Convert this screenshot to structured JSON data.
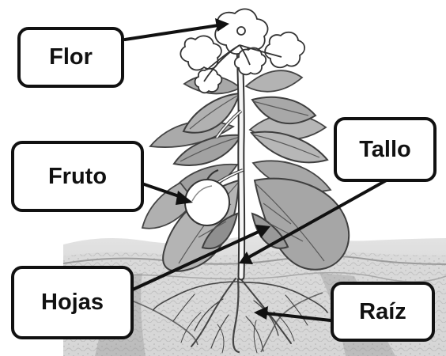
{
  "labels": {
    "flor": "Flor",
    "fruto": "Fruto",
    "tallo": "Tallo",
    "hojas": "Hojas",
    "raiz": "Raíz"
  },
  "colors": {
    "outline": "#111111",
    "label_background": "#ffffff",
    "leaf_fill": "#b8b8b8",
    "leaf_dark": "#8f8f8f",
    "soil_top": "#d4d4d4",
    "soil_band": "#e8e8e8",
    "soil_dark": "#777777",
    "stem": "#f2f2f2"
  }
}
